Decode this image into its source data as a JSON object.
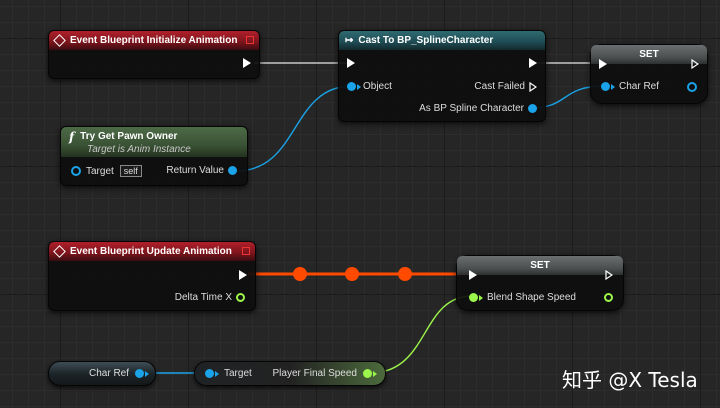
{
  "nodes": {
    "init_event": {
      "title": "Event Blueprint Initialize Animation"
    },
    "cast": {
      "title": "Cast To BP_SplineCharacter",
      "pin_object": "Object",
      "pin_cast_failed": "Cast Failed",
      "pin_as": "As BP Spline Character"
    },
    "set_top": {
      "title": "SET",
      "pin_char_ref": "Char Ref"
    },
    "pawn_owner": {
      "title": "Try Get Pawn Owner",
      "subtitle": "Target is Anim Instance",
      "pin_target": "Target",
      "self_label": "self",
      "pin_return": "Return Value",
      "func_glyph": "f"
    },
    "update_event": {
      "title": "Event Blueprint Update Animation",
      "pin_delta": "Delta Time X"
    },
    "set_bottom": {
      "title": "SET",
      "pin_blend": "Blend Shape Speed"
    },
    "char_ref_getter": {
      "label": "Char Ref"
    },
    "player_speed": {
      "pin_target": "Target",
      "pin_speed": "Player Final Speed"
    }
  },
  "watermark": "知乎 @X Tesla",
  "colors": {
    "exec": "#ffffff",
    "object_pin": "#1aa3e8",
    "float_pin": "#9cf54a",
    "active_exec_wire": "#ff4a00",
    "event_header": "#8a1820"
  }
}
